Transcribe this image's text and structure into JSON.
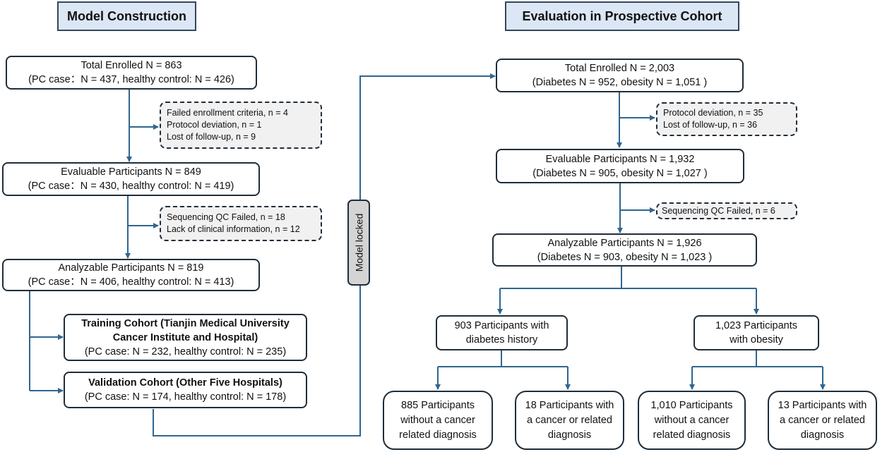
{
  "left": {
    "heading": "Model Construction",
    "enrolled": {
      "l1": "Total Enrolled N = 863",
      "l2": "(PC case：N = 437, healthy control: N = 426)"
    },
    "excl1": [
      "Failed enrollment criteria, n = 4",
      "Protocol deviation, n = 1",
      "Lost of follow-up, n = 9"
    ],
    "evaluable": {
      "l1": "Evaluable Participants N = 849",
      "l2": "(PC case：N = 430, healthy control: N = 419)"
    },
    "excl2": [
      "Sequencing QC Failed, n = 18",
      "Lack of clinical information, n = 12"
    ],
    "analyzable": {
      "l1": "Analyzable Participants N = 819",
      "l2": "(PC case：N = 406, healthy control: N = 413)"
    },
    "training": {
      "l1": "Training Cohort (Tianjin Medical University",
      "l2": "Cancer Institute and Hospital)",
      "l3": "(PC case: N = 232, healthy control: N = 235)"
    },
    "validation": {
      "l1": "Validation Cohort (Other Five Hospitals)",
      "l2": "(PC case: N = 174, healthy control: N = 178)"
    }
  },
  "lock_label": "Model locked",
  "right": {
    "heading": "Evaluation in Prospective Cohort",
    "enrolled": {
      "l1": "Total Enrolled N = 2,003",
      "l2": "(Diabetes N = 952, obesity N = 1,051 )"
    },
    "excl1": [
      "Protocol deviation, n = 35",
      "Lost of follow-up, n = 36"
    ],
    "evaluable": {
      "l1": "Evaluable Participants N = 1,932",
      "l2": "(Diabetes N = 905, obesity N = 1,027 )"
    },
    "excl2": [
      "Sequencing QC Failed, n = 6"
    ],
    "analyzable": {
      "l1": "Analyzable Participants N = 1,926",
      "l2": "(Diabetes N = 903, obesity N = 1,023 )"
    },
    "diabetes": {
      "l1": "903 Participants with",
      "l2": "diabetes history"
    },
    "obesity": {
      "l1": "1,023 Participants",
      "l2": "with obesity"
    },
    "leaf1": {
      "l1": "885 Participants",
      "l2": "without a cancer",
      "l3": "related diagnosis"
    },
    "leaf2": {
      "l1": "18 Participants with",
      "l2": "a cancer or related",
      "l3": "diagnosis"
    },
    "leaf3": {
      "l1": "1,010 Participants",
      "l2": "without a cancer",
      "l3": "related diagnosis"
    },
    "leaf4": {
      "l1": "13 Participants with",
      "l2": "a cancer or related",
      "l3": "diagnosis"
    }
  },
  "colors": {
    "connector": "#2f6690",
    "heading_fill": "#dbe7f5",
    "lock_fill": "#d4d4d4"
  }
}
